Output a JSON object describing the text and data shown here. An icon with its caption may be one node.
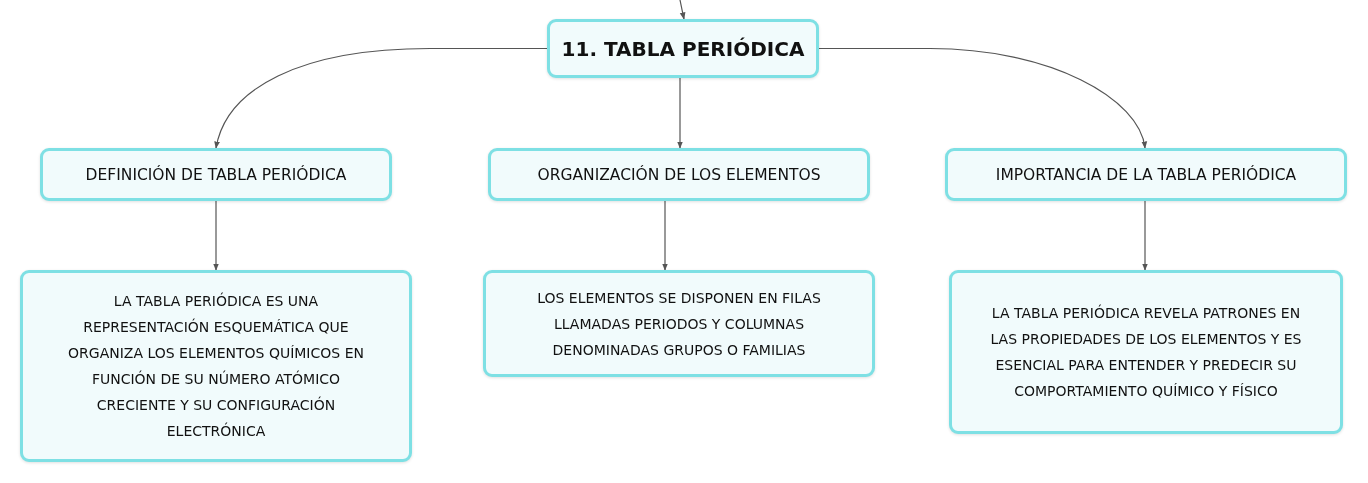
{
  "diagram": {
    "nodes": [
      {
        "text": [
          "11. TABLA PERIÓDICA"
        ]
      },
      {
        "text": [
          "DEFINICIÓN DE TABLA PERIÓDICA"
        ]
      },
      {
        "text": [
          "ORGANIZACIÓN DE LOS ELEMENTOS"
        ]
      },
      {
        "text": [
          "IMPORTANCIA DE LA TABLA PERIÓDICA"
        ]
      },
      {
        "text": [
          "LA TABLA PERIÓDICA ES UNA REPRESENTACIÓN ESQUEMÁTICA QUE ORGANIZA LOS ELEMENTOS QUÍMICOS EN FUNCIÓN DE SU NÚMERO ATÓMICO CRECIENTE Y SU CONFIGURACIÓN ELECTRÓNICA"
        ]
      },
      {
        "text": [
          "LOS ELEMENTOS SE DISPONEN EN FILAS LLAMADAS PERIODOS Y COLUMNAS DENOMINADAS GRUPOS O FAMILIAS"
        ]
      },
      {
        "text": [
          "LA TABLA PERIÓDICA REVELA PATRONES EN LAS PROPIEDADES DE LOS ELEMENTOS Y ES ESENCIAL PARA ENTENDER Y PREDECIR SU COMPORTAMIENTO QUÍMICO Y FÍSICO"
        ]
      }
    ],
    "edges": [
      {
        "from": null,
        "to": 0,
        "arrow": "to"
      },
      {
        "from": 0,
        "to": 1,
        "arrow": "to"
      },
      {
        "from": 0,
        "to": 2,
        "arrow": "to"
      },
      {
        "from": 0,
        "to": 3,
        "arrow": "to"
      },
      {
        "from": 1,
        "to": 4,
        "arrow": "to"
      },
      {
        "from": 2,
        "to": 5,
        "arrow": "to"
      },
      {
        "from": 3,
        "to": 6,
        "arrow": "to"
      }
    ]
  }
}
